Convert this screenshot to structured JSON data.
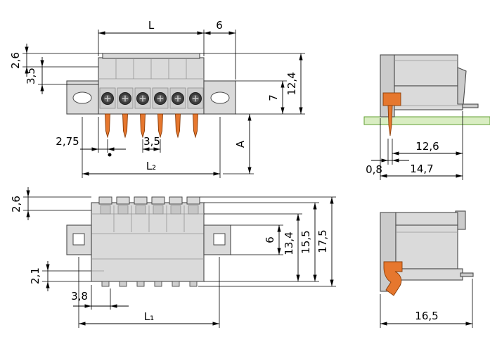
{
  "drawing": {
    "background": "#ffffff",
    "palette": {
      "body": "#dadada",
      "body_dark": "#cbcbcb",
      "outline": "#4a4a4a",
      "clamp_orange": "#e6772e",
      "pcb_green": "#d9edc2",
      "dimension": "#000000"
    },
    "views": {
      "front_top": {
        "dims": {
          "width_L": "L",
          "flange_overhang": "6",
          "step_26": "2,6",
          "step_35": "3,5",
          "pin_offset_275": "2,75",
          "pitch_35": "3,5",
          "hole_spacing_L2": "L₂",
          "pin_length_A": "A",
          "flange_h_7": "7",
          "height_124": "12,4"
        }
      },
      "side_top": {
        "dims": {
          "pin_t_08": "0,8",
          "depth_126": "12,6",
          "depth_147": "14,7"
        }
      },
      "front_bottom": {
        "dims": {
          "step_26": "2,6",
          "step_21": "2,1",
          "pin_offset_38": "3,8",
          "hole_spacing_L1": "L₁",
          "flange_h_6": "6",
          "height_134": "13,4",
          "height_155": "15,5",
          "height_175": "17,5"
        }
      },
      "side_bottom": {
        "dims": {
          "depth_165": "16,5"
        }
      }
    }
  }
}
